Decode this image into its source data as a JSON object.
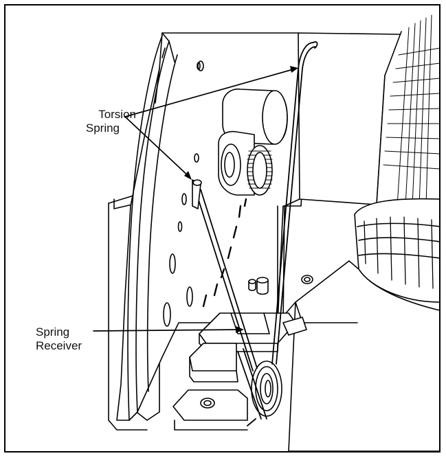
{
  "callouts": {
    "torsion_spring": {
      "line1": "Torsion",
      "line2": "Spring"
    },
    "spring_receiver": {
      "line1": "Spring",
      "line2": "Receiver"
    }
  },
  "colors": {
    "line": "#000000",
    "background": "#ffffff"
  }
}
